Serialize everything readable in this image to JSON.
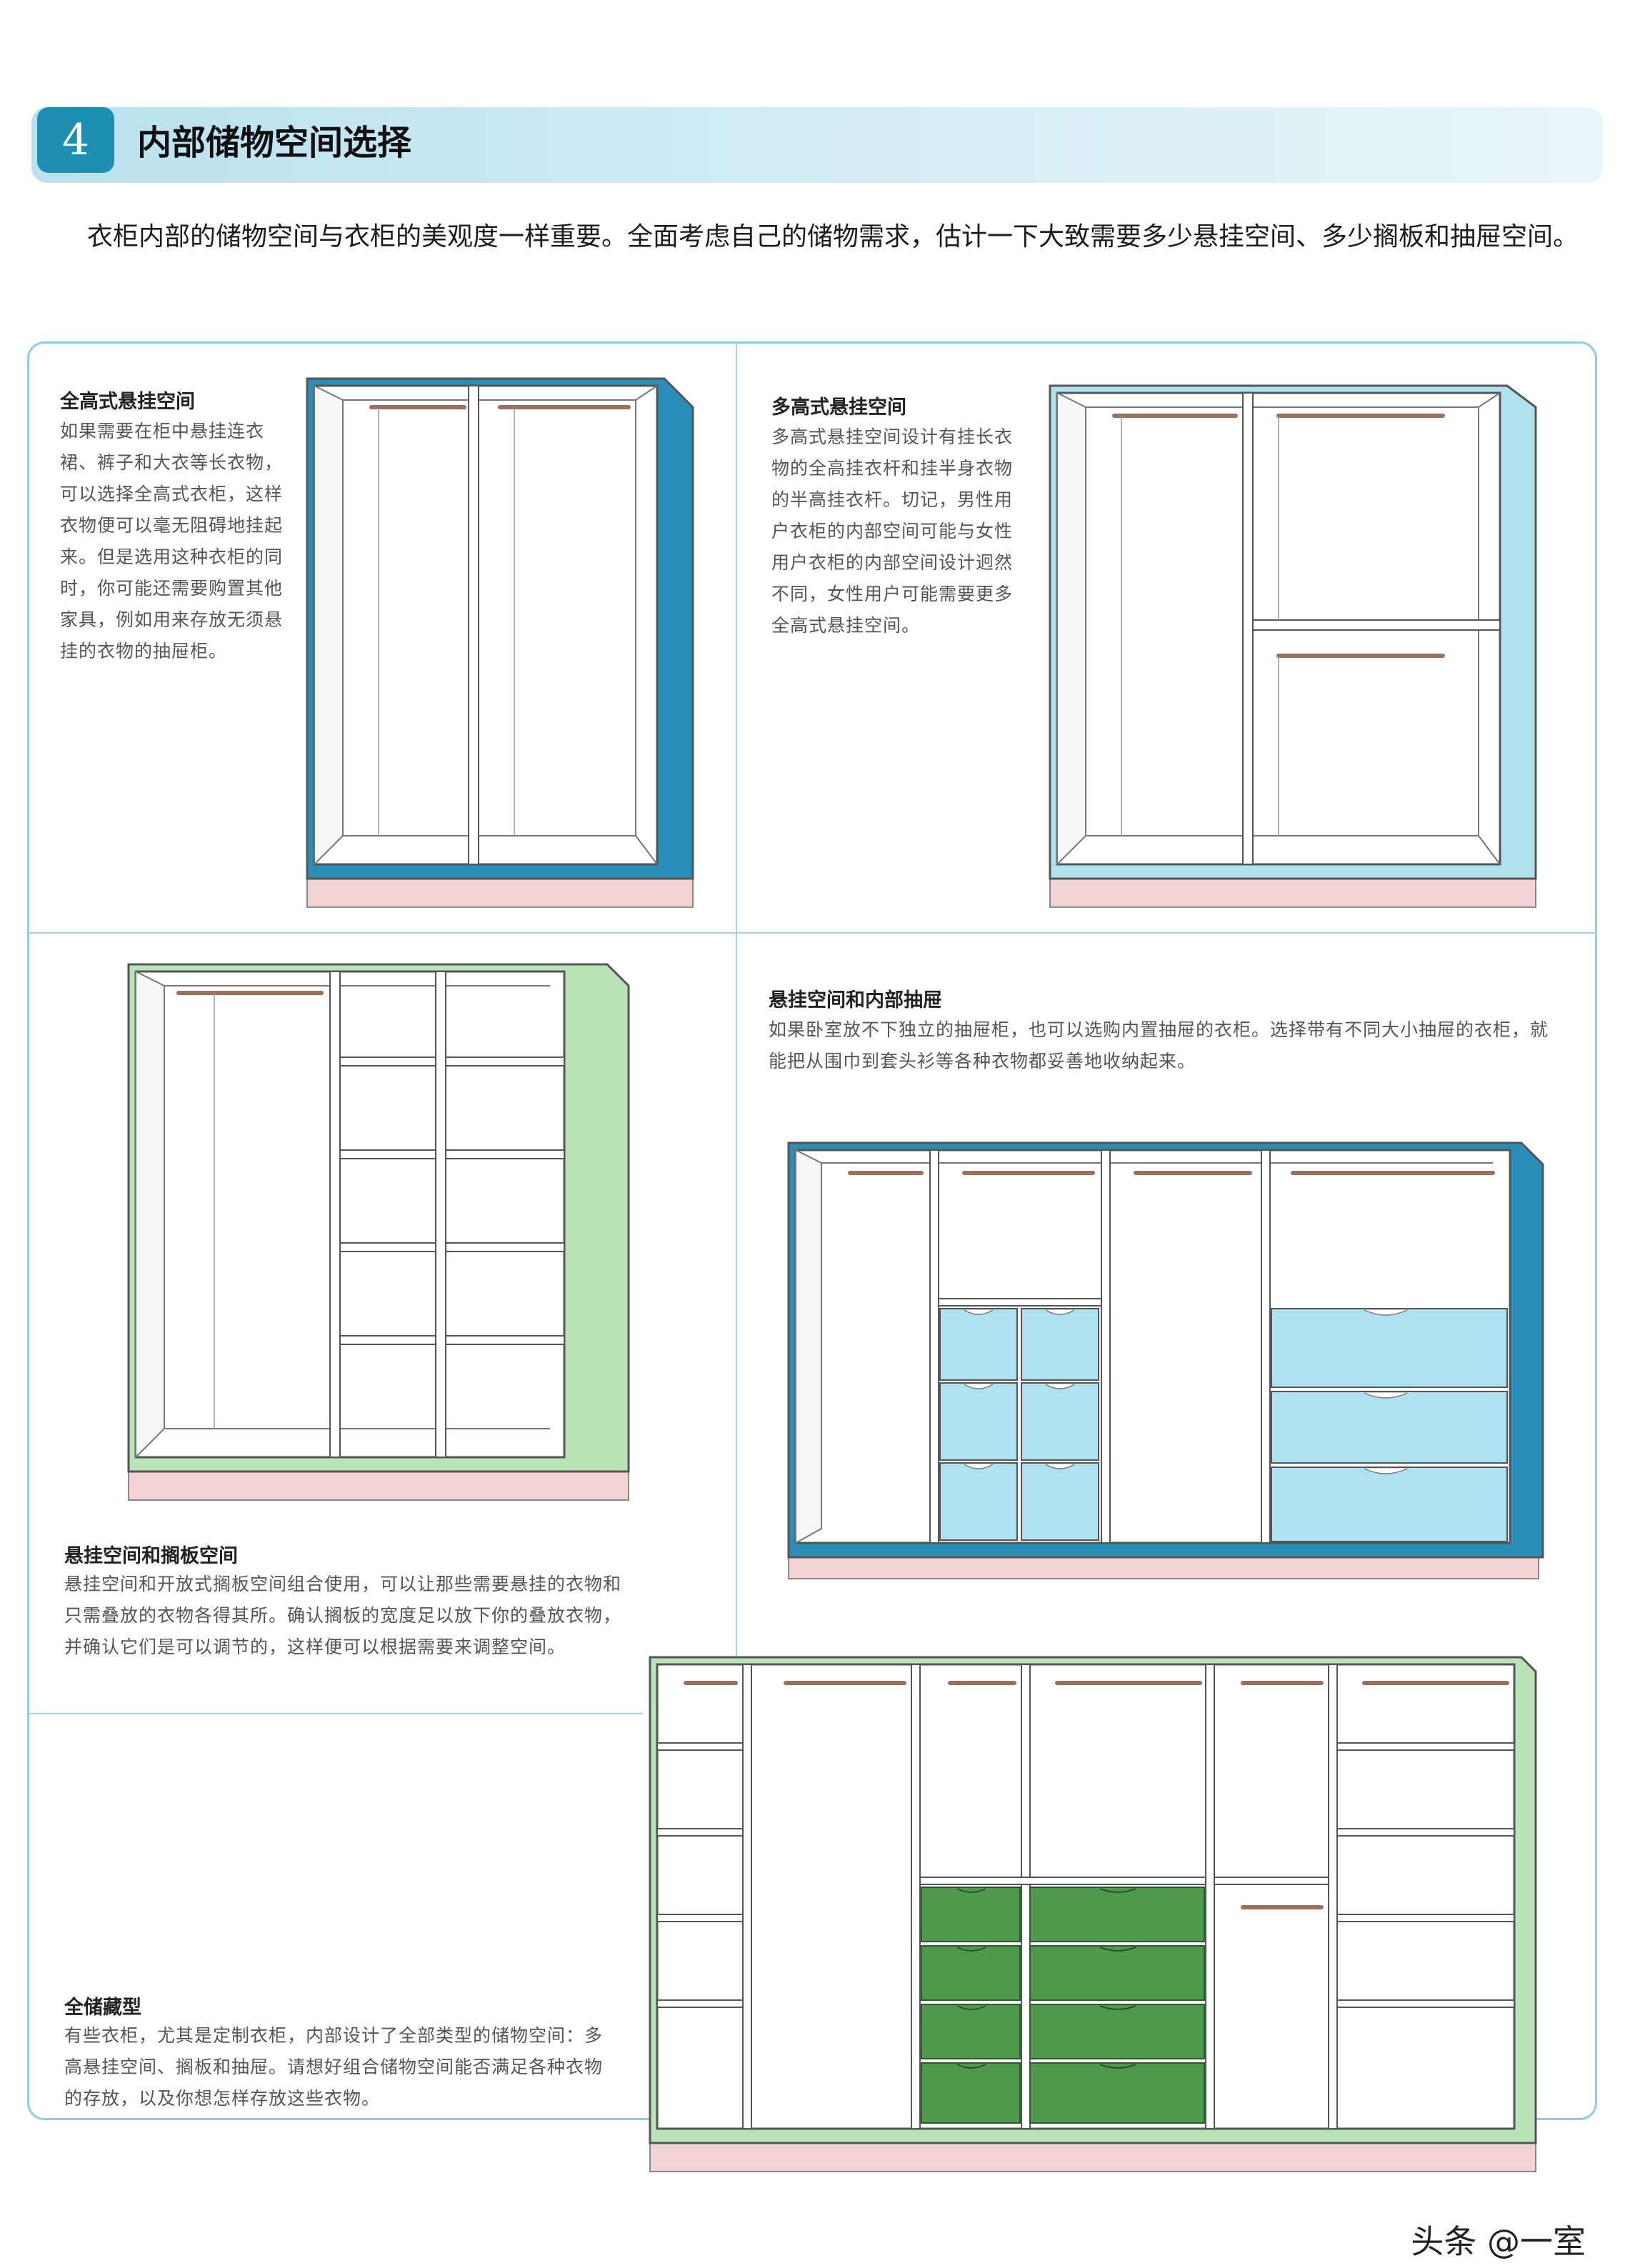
{
  "section": {
    "number": "4",
    "title": "内部储物空间选择"
  },
  "intro": "衣柜内部的储物空间与衣柜的美观度一样重要。全面考虑自己的储物需求，估计一下大致需要多少悬挂空间、多少搁板和抽屉空间。",
  "blocks": {
    "full_height": {
      "title": "全高式悬挂空间",
      "text": "如果需要在柜中悬挂连衣裙、裤子和大衣等长衣物，可以选择全高式衣柜，这样衣物便可以毫无阻碍地挂起来。但是选用这种衣柜的同时，你可能还需要购置其他家具，例如用来存放无须悬挂的衣物的抽屉柜。"
    },
    "multi_height": {
      "title": "多高式悬挂空间",
      "text": "多高式悬挂空间设计有挂长衣物的全高挂衣杆和挂半身衣物的半高挂衣杆。切记，男性用户衣柜的内部空间可能与女性用户衣柜的内部空间设计迥然不同，女性用户可能需要更多全高式悬挂空间。"
    },
    "drawers": {
      "title": "悬挂空间和内部抽屉",
      "text": "如果卧室放不下独立的抽屉柜，也可以选购内置抽屉的衣柜。选择带有不同大小抽屉的衣柜，就能把从围巾到套头衫等各种衣物都妥善地收纳起来。"
    },
    "shelves": {
      "title": "悬挂空间和搁板空间",
      "text": "悬挂空间和开放式搁板空间组合使用，可以让那些需要悬挂的衣物和只需叠放的衣物各得其所。确认搁板的宽度足以放下你的叠放衣物，并确认它们是可以调节的，这样便可以根据需要来调整空间。"
    },
    "full_storage": {
      "title": "全储藏型",
      "text": "有些衣柜，尤其是定制衣柜，内部设计了全部类型的储物空间：多高悬挂空间、搁板和抽屉。请想好组合储物空间能否满足各种衣物的存放，以及你想怎样存放这些衣物。"
    }
  },
  "colors": {
    "blue_dark": "#2a8fb8",
    "blue_light": "#aee2ee",
    "green_light": "#b8e4b8",
    "green_dark": "#4d9a4d",
    "plinth": "#f1d3d3",
    "rail": "#9b6f5a"
  },
  "watermark": "头条 @一室"
}
